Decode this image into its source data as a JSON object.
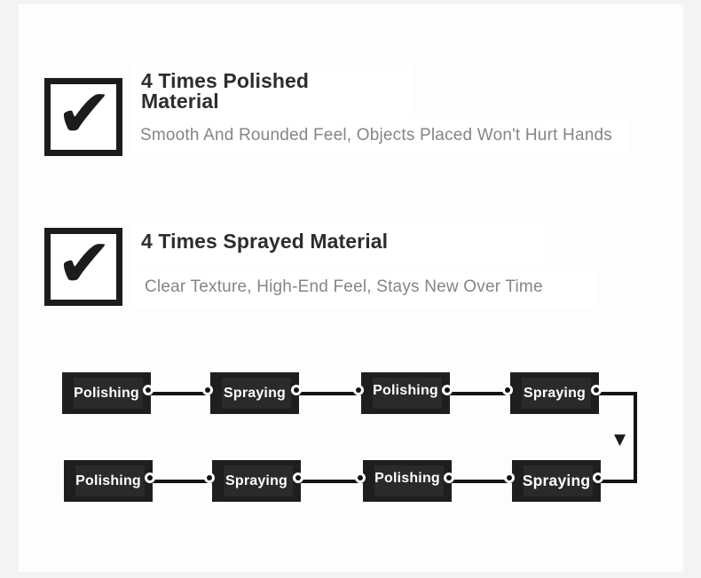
{
  "features": [
    {
      "title": "4 Times Polished Material",
      "subtitle": "Smooth And Rounded Feel, Objects Placed Won't Hurt Hands"
    },
    {
      "title": "4 Times Sprayed Material",
      "subtitle": "Clear Texture, High-End Feel, Stays New Over Time"
    }
  ],
  "icons": {
    "check_glyph": "✔",
    "flow_arrow": "▼"
  },
  "process_flow": {
    "rows": [
      {
        "steps": [
          "Polishing",
          "Spraying",
          "Polishing",
          "Spraying"
        ]
      },
      {
        "steps": [
          "Polishing",
          "Spraying",
          "Polishing",
          "Spraying"
        ]
      }
    ]
  },
  "colors": {
    "page_bg": "#f3f3f4",
    "panel_bg": "#fdfdfd",
    "heading": "#2d2d2f",
    "subtitle": "#85858a",
    "box_bg": "#1e1e20",
    "box_text": "#ffffff",
    "connector": "#141414"
  }
}
